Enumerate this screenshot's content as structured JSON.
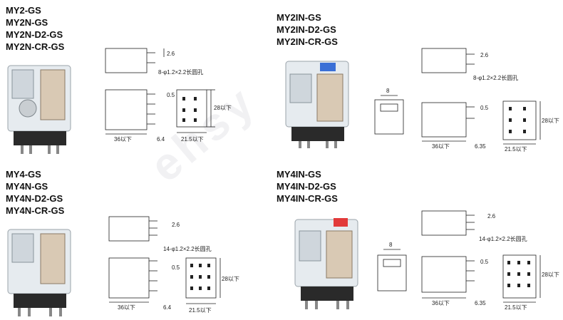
{
  "watermark": "ehsy",
  "groups": [
    {
      "models": [
        "MY2-GS",
        "MY2N-GS",
        "MY2N-D2-GS",
        "MY2N-CR-GS"
      ],
      "dims": {
        "h": "2.6",
        "pin": "8-φ1.2×2.2长圆孔",
        "p": "0.5",
        "w": "36以下",
        "t": "6.4",
        "b": "21.5以下",
        "s": "28以下"
      }
    },
    {
      "models": [
        "MY2IN-GS",
        "MY2IN-D2-GS",
        "MY2IN-CR-GS"
      ],
      "dims": {
        "h": "2.6",
        "pin": "8-φ1.2×2.2长圆孔",
        "p": "0.5",
        "w": "36以下",
        "t": "6.35",
        "b": "21.5以下",
        "s": "28以下",
        "e": "8"
      }
    },
    {
      "models": [
        "MY4-GS",
        "MY4N-GS",
        "MY4N-D2-GS",
        "MY4N-CR-GS"
      ],
      "dims": {
        "h": "2.6",
        "pin": "14-φ1.2×2.2长圆孔",
        "p": "0.5",
        "w": "36以下",
        "t": "6.4",
        "b": "21.5以下",
        "s": "28以下"
      }
    },
    {
      "models": [
        "MY4IN-GS",
        "MY4IN-D2-GS",
        "MY4IN-CR-GS"
      ],
      "dims": {
        "h": "2.6",
        "pin": "14-φ1.2×2.2长圆孔",
        "p": "0.5",
        "w": "36以下",
        "t": "6.35",
        "b": "21.5以下",
        "s": "28以下",
        "e": "8"
      }
    }
  ]
}
